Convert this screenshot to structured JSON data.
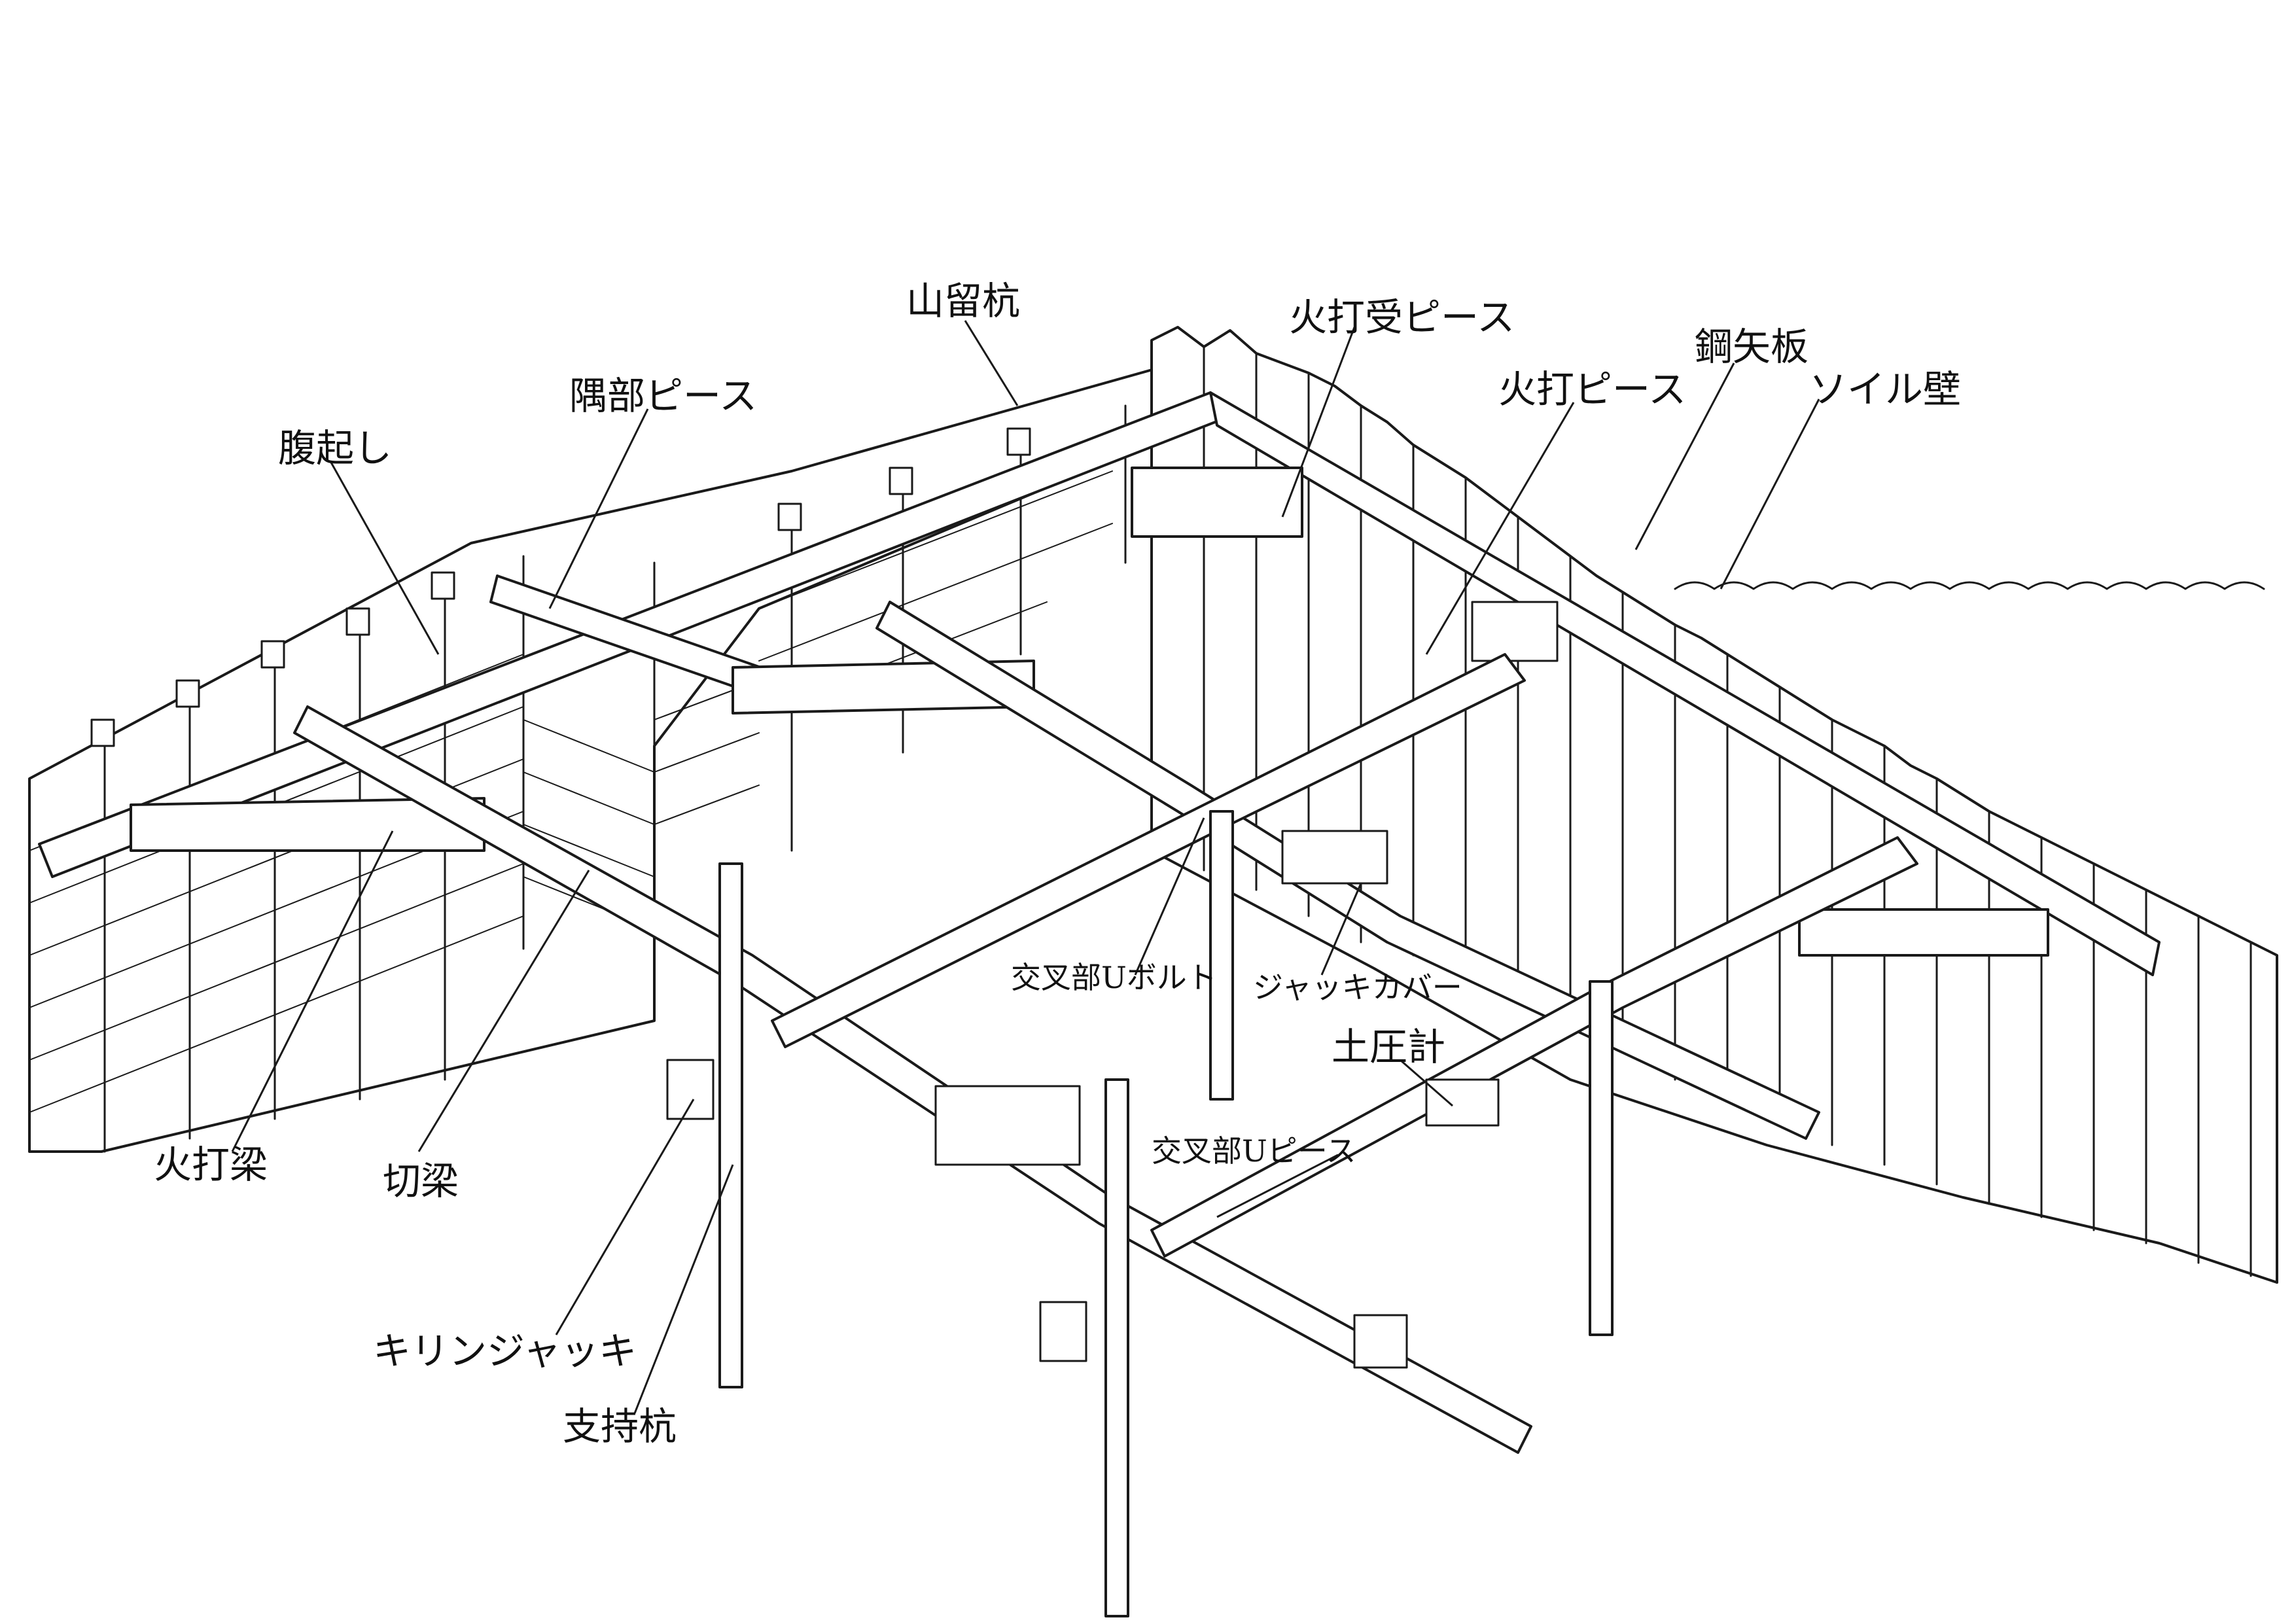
{
  "labels": {
    "yamadome_kui": "山留杭",
    "hiuchi_uke_piece": "火打受ピース",
    "kouyaita": "鋼矢板",
    "soil_wall": "ソイル壁",
    "hiuchi_piece": "火打ピース",
    "guubu_piece": "隅部ピース",
    "haraokoshi": "腹起し",
    "hiuchi_bari": "火打梁",
    "kiri_bari": "切梁",
    "kirin_jack": "キリンジャッキ",
    "shiji_kui": "支持杭",
    "kousabu_u_bolt": "交叉部Uボルト",
    "jack_cover": "ジャッキカバー",
    "doatsu_kei": "土圧計",
    "kousabu_u_piece": "交叉部Uピース"
  }
}
